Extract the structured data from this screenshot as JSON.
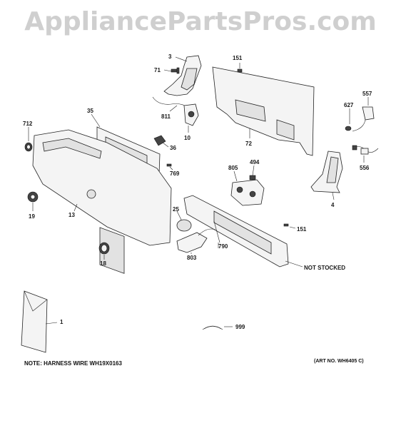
{
  "watermark": "AppliancePartsPros.com",
  "part_labels": {
    "p3": "3",
    "p71": "71",
    "p151a": "151",
    "p557": "557",
    "p627": "627",
    "p35": "35",
    "p712": "712",
    "p811": "811",
    "p10": "10",
    "p72": "72",
    "p36": "36",
    "p556": "556",
    "p769": "769",
    "p805": "805",
    "p494": "494",
    "p4": "4",
    "p19": "19",
    "p13": "13",
    "p25": "25",
    "p151b": "151",
    "p803": "803",
    "p790": "790",
    "p18": "18",
    "not_stocked": "NOT STOCKED",
    "p1": "1",
    "p999": "999"
  },
  "notes": {
    "harness": "NOTE: HARNESS WIRE WH19X0163",
    "art_no": "(ART NO. WH6405 C)"
  }
}
